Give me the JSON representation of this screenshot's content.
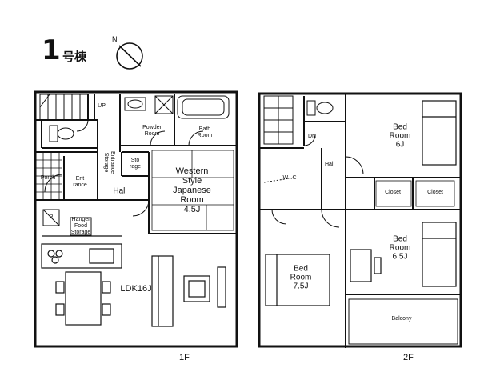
{
  "title": {
    "number": "1",
    "suffix": "号棟"
  },
  "floors": {
    "first": "1F",
    "second": "2F"
  },
  "rooms_1f": {
    "up": "UP",
    "powder_room": "Powder\nRoom",
    "bath_room": "Bath\nRoom",
    "entrance_storage": "Entrance\nStorage",
    "storage": "Sto\nrage",
    "western_japanese": "Western\nStyle\nJapanese\nRoom\n4.5J",
    "porch": "Porch",
    "entrance": "Ent\nrance",
    "hall": "Hall",
    "fridge": "R",
    "pantry": "Hanger\nFood\nStorage",
    "ldk": "LDK16J"
  },
  "rooms_2f": {
    "dn": "DN",
    "hall": "Hall",
    "wic": "W.I.C",
    "bed_6": "Bed\nRoom\n6J",
    "closet_1": "Closet",
    "closet_2": "Closet",
    "bed_65": "Bed\nRoom\n6.5J",
    "bed_75": "Bed\nRoom\n7.5J",
    "balcony": "Balcony"
  }
}
